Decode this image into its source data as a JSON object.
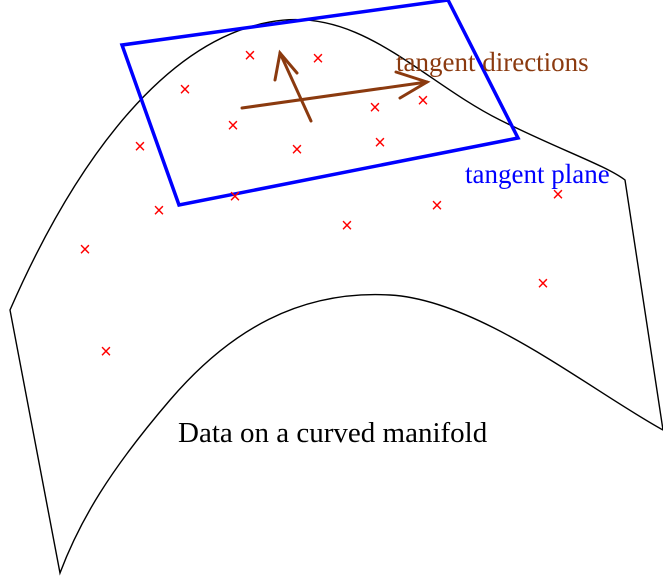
{
  "labels": {
    "tangent_directions": "tangent directions",
    "tangent_plane": "tangent plane",
    "caption": "Data on a curved manifold"
  },
  "colors": {
    "manifold": "#000000",
    "plane": "#0000ff",
    "arrows": "#8b3a0f",
    "points": "#ff0000",
    "caption": "#000000"
  },
  "marker_glyph": "×"
}
